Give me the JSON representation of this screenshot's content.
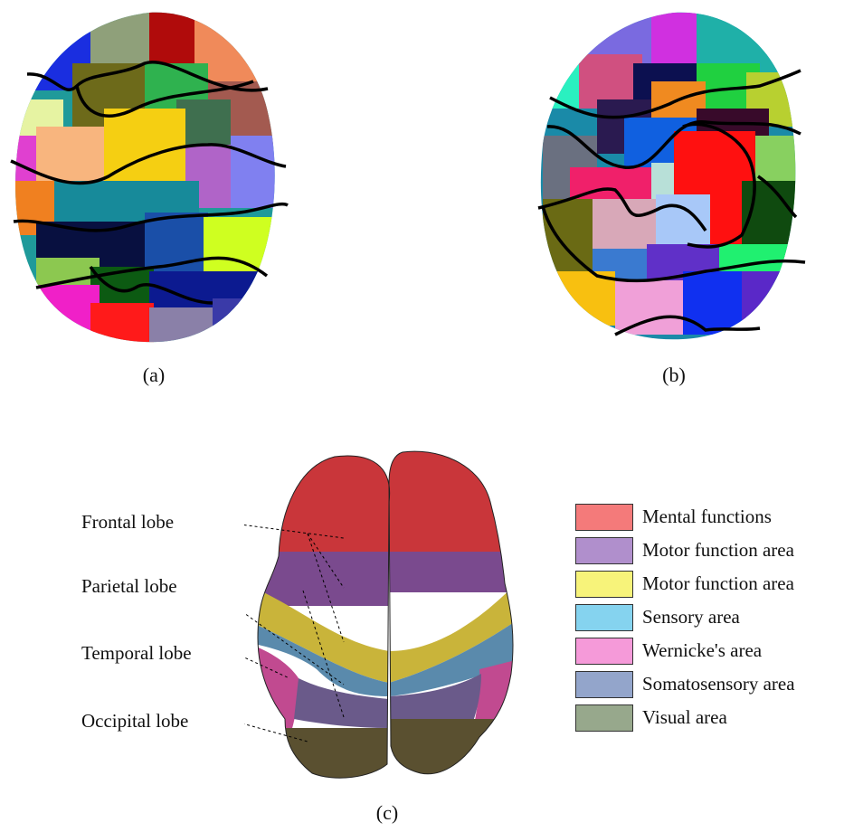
{
  "panels": {
    "a": {
      "caption": "(a)"
    },
    "b": {
      "caption": "(b)"
    },
    "c": {
      "caption": "(c)"
    }
  },
  "lobes": [
    {
      "name": "Frontal lobe"
    },
    {
      "name": "Parietal lobe"
    },
    {
      "name": "Temporal lobe"
    },
    {
      "name": "Occipital lobe"
    }
  ],
  "legend": [
    {
      "label": "Mental functions",
      "color": "#f47a7a"
    },
    {
      "label": "Motor function area",
      "color": "#b08fcc"
    },
    {
      "label": "Motor function area",
      "color": "#f7f37a"
    },
    {
      "label": "Sensory area",
      "color": "#85d3ef"
    },
    {
      "label": "Wernicke's area",
      "color": "#f59ad9"
    },
    {
      "label": "Somatosensory area",
      "color": "#93a5cb"
    },
    {
      "label": "Visual area",
      "color": "#97a88c"
    }
  ]
}
